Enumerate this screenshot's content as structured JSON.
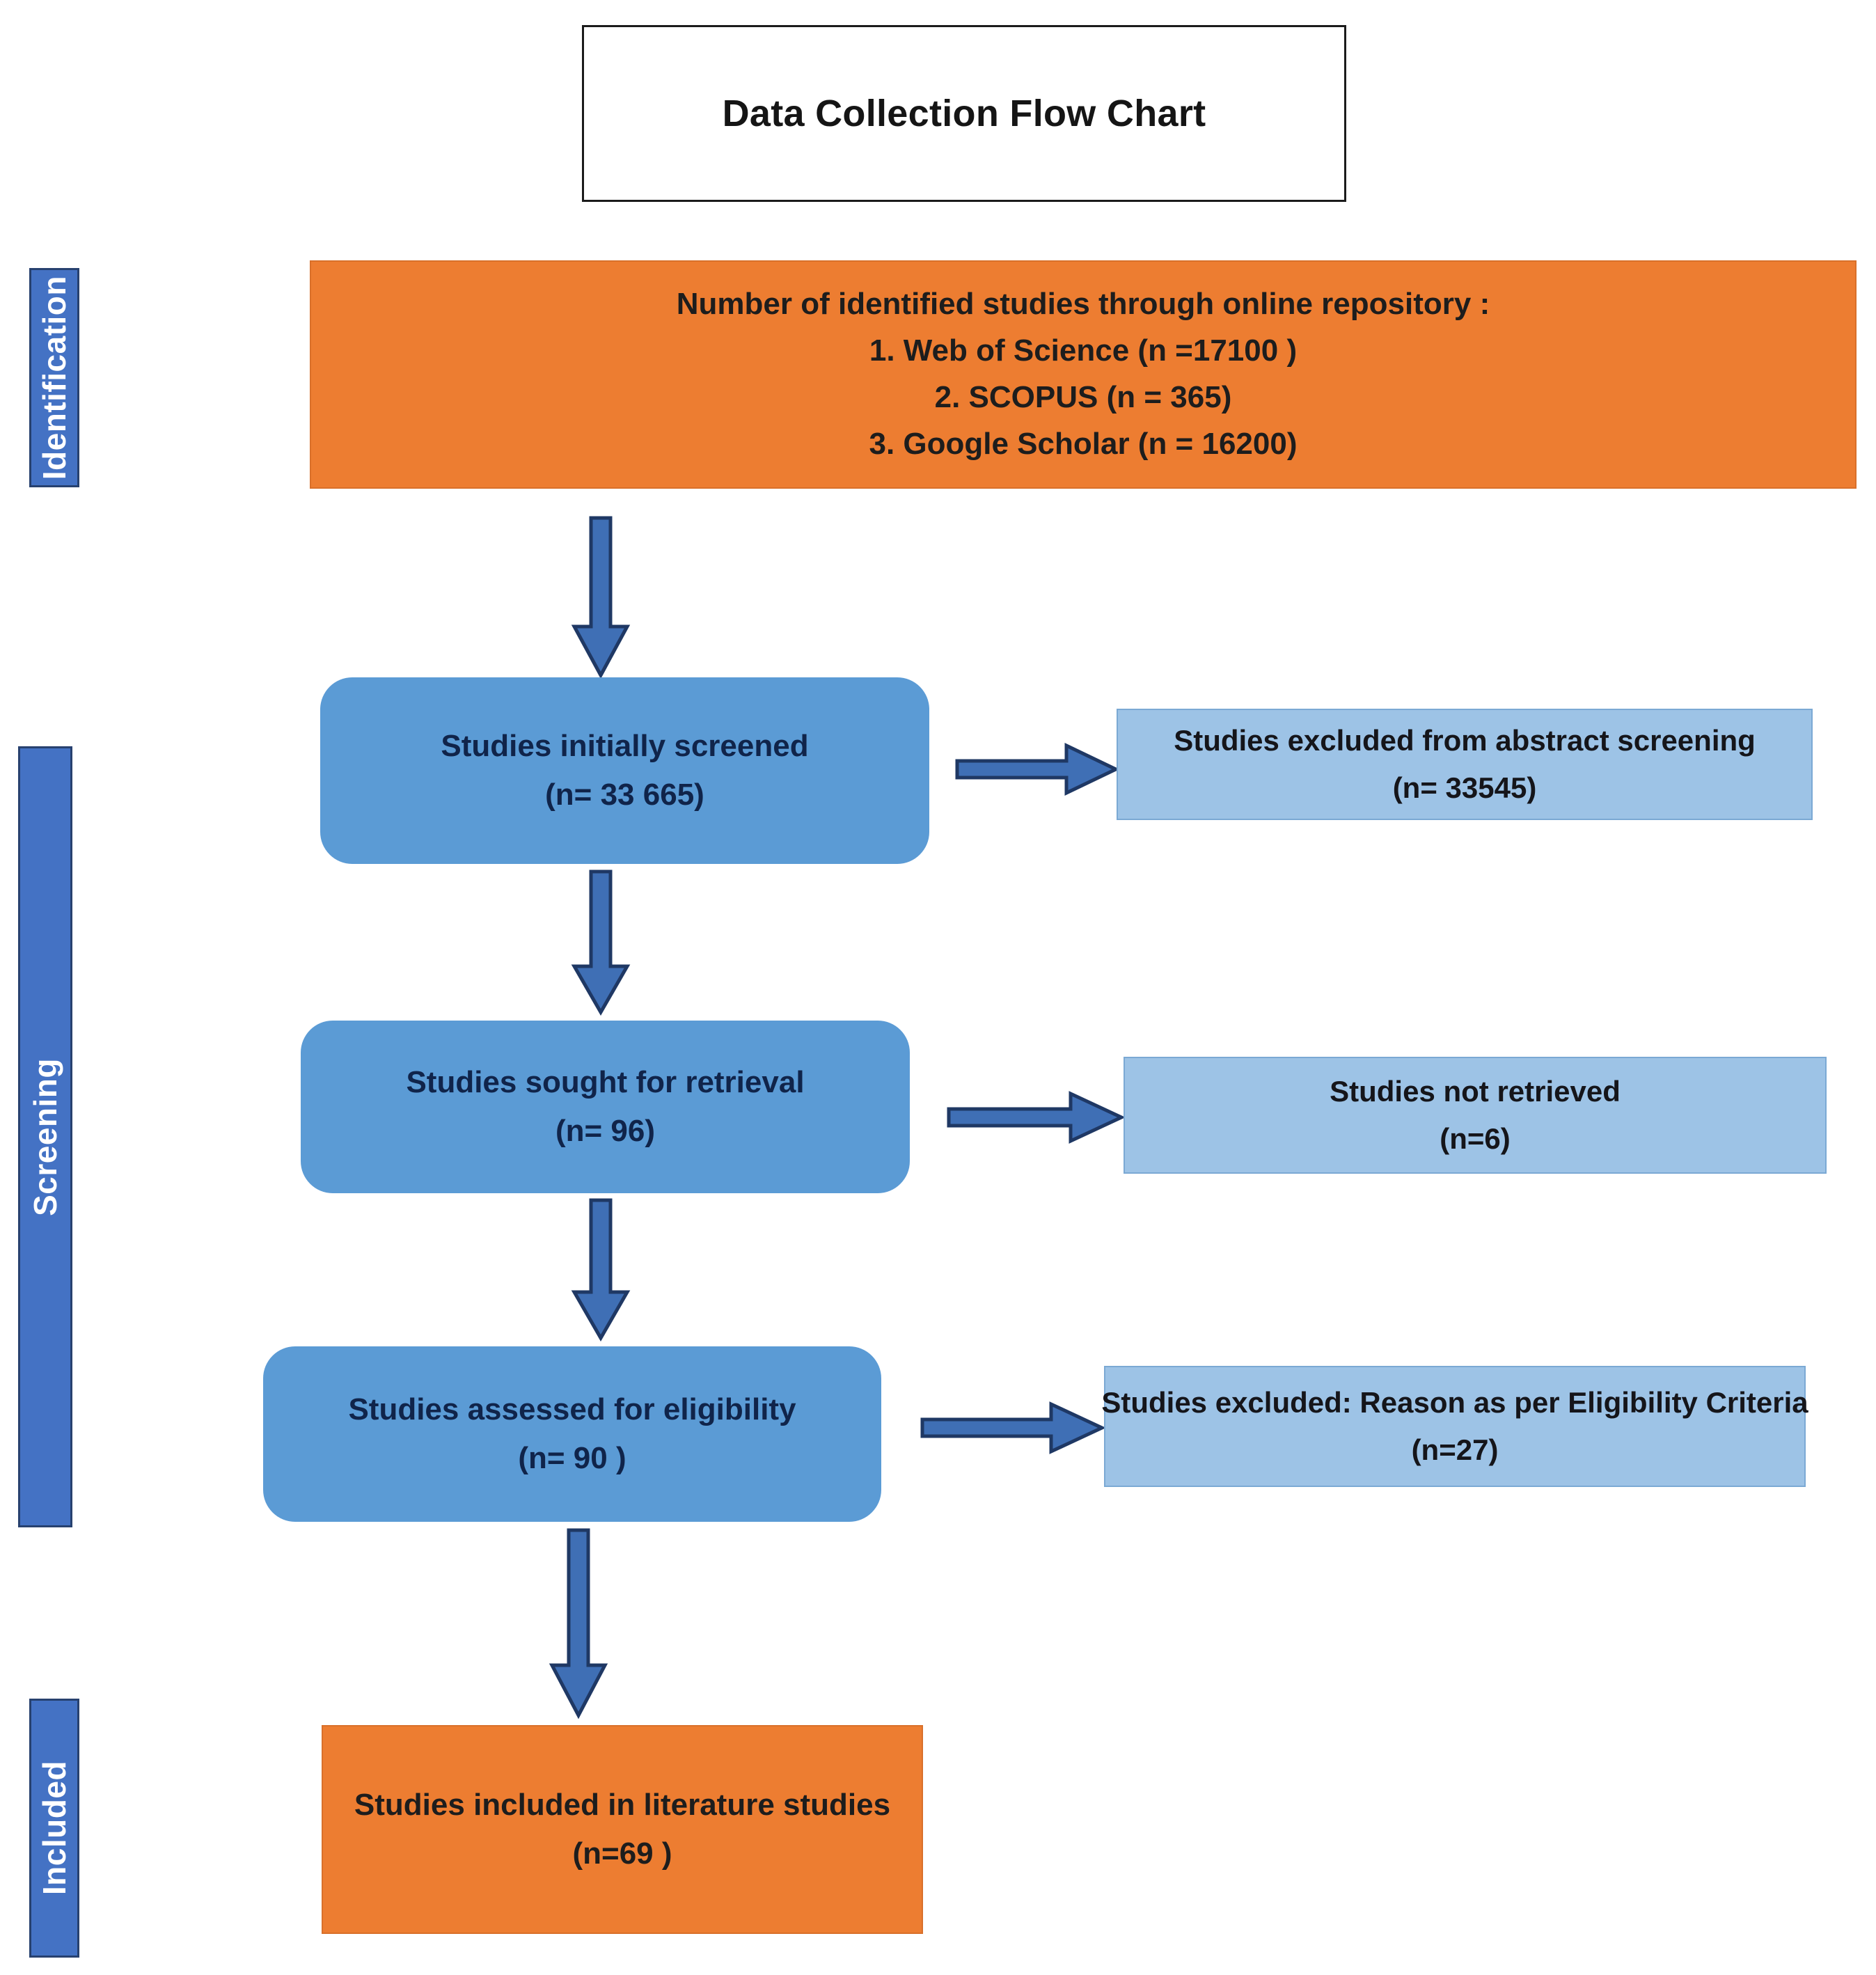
{
  "chart_data": {
    "type": "diagram",
    "title": "Data Collection Flow Chart",
    "stages": [
      "Identification",
      "Screening",
      "Included"
    ],
    "nodes": [
      {
        "id": "identification",
        "stage": "Identification",
        "kind": "source-box",
        "color": "#ED7D31",
        "lines": [
          "Number of identified studies through online repository :",
          "1. Web of Science (n =17100 )",
          "2. SCOPUS (n = 365)",
          "3. Google Scholar (n = 16200)"
        ],
        "counts": {
          "web_of_science": 17100,
          "scopus": 365,
          "google_scholar": 16200
        }
      },
      {
        "id": "screened",
        "stage": "Screening",
        "kind": "flow-box",
        "color": "#5B9BD5",
        "lines": [
          "Studies initially screened",
          "(n= 33 665)"
        ],
        "n": 33665
      },
      {
        "id": "excluded-abstract",
        "stage": "Screening",
        "kind": "exclusion-box",
        "color": "#9DC3E6",
        "lines": [
          "Studies excluded from abstract screening",
          "(n= 33545)"
        ],
        "n": 33545
      },
      {
        "id": "sought",
        "stage": "Screening",
        "kind": "flow-box",
        "color": "#5B9BD5",
        "lines": [
          "Studies sought for retrieval",
          "(n= 96)"
        ],
        "n": 96
      },
      {
        "id": "not-retrieved",
        "stage": "Screening",
        "kind": "exclusion-box",
        "color": "#9DC3E6",
        "lines": [
          "Studies not retrieved",
          "(n=6)"
        ],
        "n": 6
      },
      {
        "id": "eligibility",
        "stage": "Screening",
        "kind": "flow-box",
        "color": "#5B9BD5",
        "lines": [
          "Studies assessed for eligibility",
          "(n= 90 )"
        ],
        "n": 90
      },
      {
        "id": "excluded-eligibility",
        "stage": "Screening",
        "kind": "exclusion-box",
        "color": "#9DC3E6",
        "lines": [
          "Studies excluded: Reason as per Eligibility Criteria",
          "(n=27)"
        ],
        "n": 27
      },
      {
        "id": "included",
        "stage": "Included",
        "kind": "result-box",
        "color": "#ED7D31",
        "lines": [
          "Studies included in literature studies",
          "(n=69 )"
        ],
        "n": 69
      }
    ],
    "edges": [
      {
        "from": "identification",
        "to": "screened",
        "direction": "down"
      },
      {
        "from": "screened",
        "to": "excluded-abstract",
        "direction": "right"
      },
      {
        "from": "screened",
        "to": "sought",
        "direction": "down"
      },
      {
        "from": "sought",
        "to": "not-retrieved",
        "direction": "right"
      },
      {
        "from": "sought",
        "to": "eligibility",
        "direction": "down"
      },
      {
        "from": "eligibility",
        "to": "excluded-eligibility",
        "direction": "right"
      },
      {
        "from": "eligibility",
        "to": "included",
        "direction": "down"
      }
    ]
  },
  "title": {
    "text": "Data Collection Flow Chart"
  },
  "stages": {
    "identification": "Identification",
    "screening": "Screening",
    "included": "Included"
  },
  "boxes": {
    "identification": {
      "line1": "Number of identified studies through online repository :",
      "line2": "1. Web of Science (n =17100 )",
      "line3": "2. SCOPUS (n = 365)",
      "line4": "3. Google Scholar (n = 16200)"
    },
    "screened": {
      "line1": "Studies initially screened",
      "line2": "(n= 33 665)"
    },
    "excluded_abstract": {
      "line1": "Studies excluded from abstract screening",
      "line2": "(n= 33545)"
    },
    "sought": {
      "line1": "Studies sought for retrieval",
      "line2": "(n= 96)"
    },
    "not_retrieved": {
      "line1": "Studies not retrieved",
      "line2": "(n=6)"
    },
    "eligibility": {
      "line1": "Studies assessed for eligibility",
      "line2": "(n= 90 )"
    },
    "excluded_eligibility": {
      "line1": "Studies excluded: Reason as per Eligibility Criteria",
      "line2": "(n=27)"
    },
    "included": {
      "line1": "Studies included in literature studies",
      "line2": "(n=69 )"
    }
  },
  "colors": {
    "orange": "#ED7D31",
    "blue_main": "#5B9BD5",
    "blue_light": "#9DC3E6",
    "blue_stage_bar": "#4472C4",
    "arrow_fill": "#3F6FB5",
    "arrow_stroke": "#1F3864",
    "text_dark": "#10244a",
    "title_text": "#151515"
  }
}
